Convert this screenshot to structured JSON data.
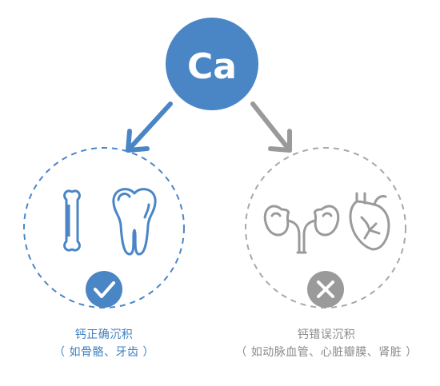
{
  "center": {
    "symbol": "Ca"
  },
  "left": {
    "title": "钙正确沉积",
    "subtitle": "（ 如骨骼、牙齿 ）",
    "items": [
      "bone",
      "tooth"
    ],
    "status": "check-icon"
  },
  "right": {
    "title": "钙错误沉积",
    "subtitle": "（ 如动脉血管、心脏瓣膜、肾脏 ）",
    "items": [
      "kidney",
      "heart"
    ],
    "status": "cross-icon"
  },
  "colors": {
    "blue": "#4a86c5",
    "blue_text": "#3f7fbf",
    "gray": "#9a9a9a",
    "gray_text": "#8a8a8a"
  }
}
